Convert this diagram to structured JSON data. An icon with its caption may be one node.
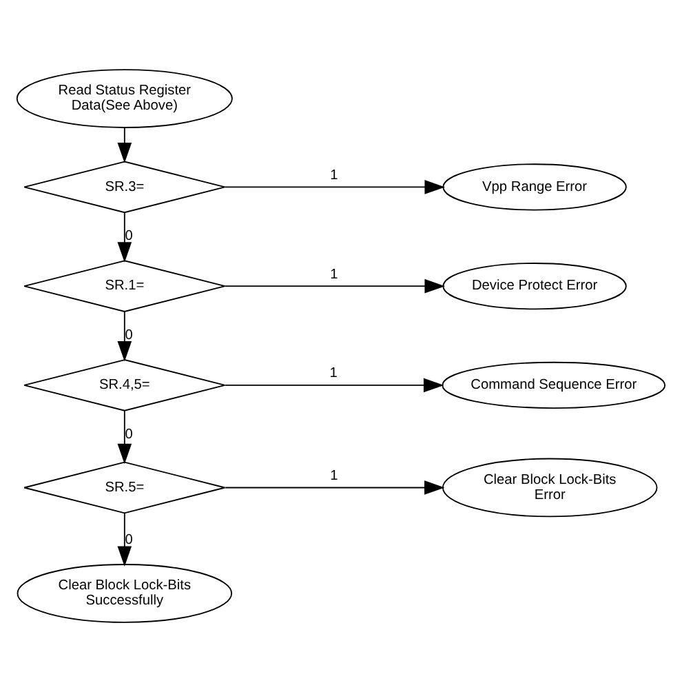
{
  "diagram": {
    "nodes": [
      {
        "text": [
          "Read Status Register Data(See Above)"
        ]
      },
      {
        "text": [
          "SR.3="
        ]
      },
      {
        "text": [
          "Vpp Range Error"
        ]
      },
      {
        "text": [
          "SR.1="
        ]
      },
      {
        "text": [
          "Device Protect Error"
        ]
      },
      {
        "text": [
          "SR.4,5="
        ]
      },
      {
        "text": [
          "Command Sequence Error"
        ]
      },
      {
        "text": [
          "SR.5="
        ]
      },
      {
        "text": [
          "Clear Block Lock-Bits Error"
        ]
      },
      {
        "text": [
          "Clear Block Lock-Bits Successfully"
        ]
      }
    ],
    "edges": [
      {
        "from": 0,
        "to": 1,
        "arrow": "to"
      },
      {
        "from": 1,
        "to": 2,
        "arrow": "to",
        "label": "1"
      },
      {
        "from": 1,
        "to": 3,
        "arrow": "to",
        "label": "0"
      },
      {
        "from": 3,
        "to": 4,
        "arrow": "to",
        "label": "1"
      },
      {
        "from": 3,
        "to": 5,
        "arrow": "to",
        "label": "0"
      },
      {
        "from": 5,
        "to": 6,
        "arrow": "to",
        "label": "1"
      },
      {
        "from": 5,
        "to": 7,
        "arrow": "to",
        "label": "0"
      },
      {
        "from": 7,
        "to": 8,
        "arrow": "to",
        "label": "1"
      },
      {
        "from": 7,
        "to": 9,
        "arrow": "to",
        "label": "0"
      }
    ]
  }
}
